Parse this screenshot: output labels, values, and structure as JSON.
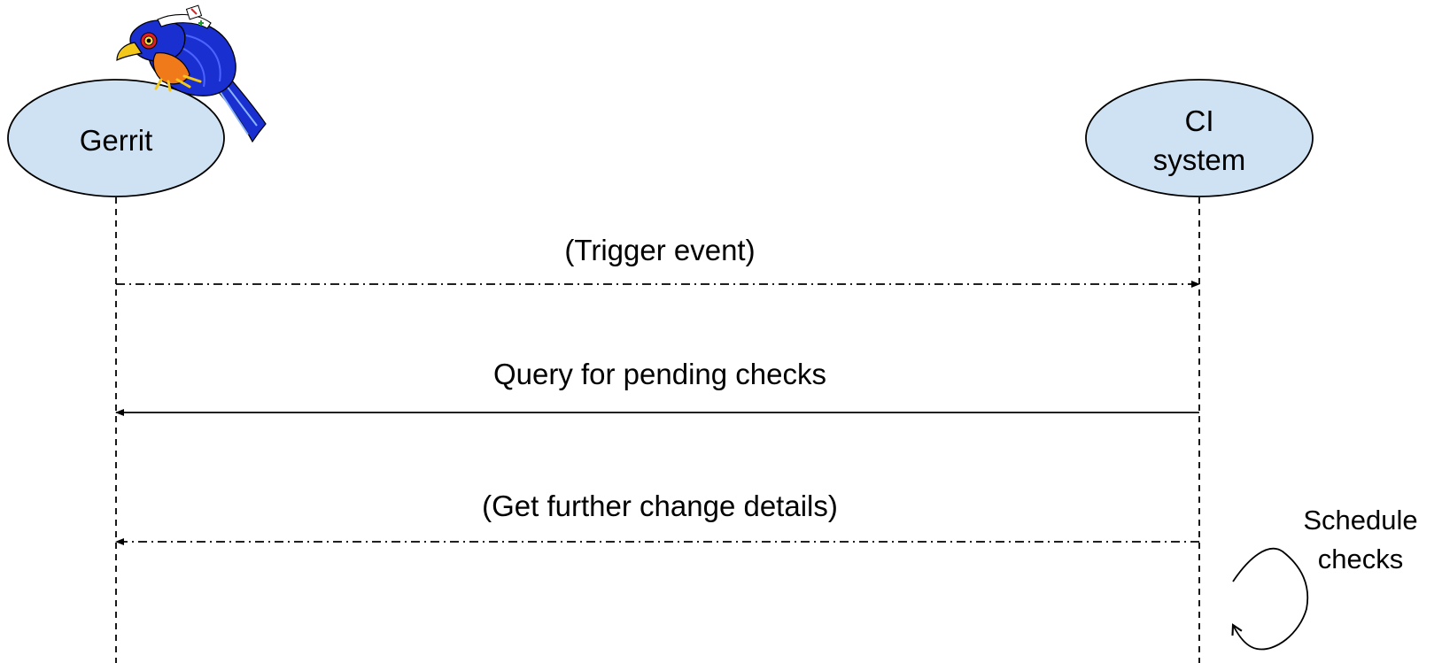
{
  "actors": [
    {
      "id": "gerrit",
      "label_lines": [
        "Gerrit"
      ],
      "fill": "#cfe2f3"
    },
    {
      "id": "ci",
      "label_lines": [
        "CI",
        "system"
      ],
      "fill": "#cfe2f3"
    }
  ],
  "messages": [
    {
      "id": "trigger",
      "label": "(Trigger event)",
      "from": "gerrit",
      "to": "ci",
      "style": "dash-dot"
    },
    {
      "id": "query",
      "label": "Query for pending checks",
      "from": "ci",
      "to": "gerrit",
      "style": "solid"
    },
    {
      "id": "details",
      "label": "(Get further change details)",
      "from": "ci",
      "to": "gerrit",
      "style": "dash-dot"
    }
  ],
  "self_note": {
    "actor": "ci",
    "label_lines": [
      "Schedule",
      "checks"
    ]
  },
  "colors": {
    "actor_fill": "#cfe2f3",
    "line": "#000000",
    "mascot_blue": "#1a2fd0",
    "mascot_orange": "#f07a1a",
    "mascot_beak": "#f3c81b"
  },
  "mascot": {
    "icon": "gerrit-bird-mascot-icon"
  }
}
